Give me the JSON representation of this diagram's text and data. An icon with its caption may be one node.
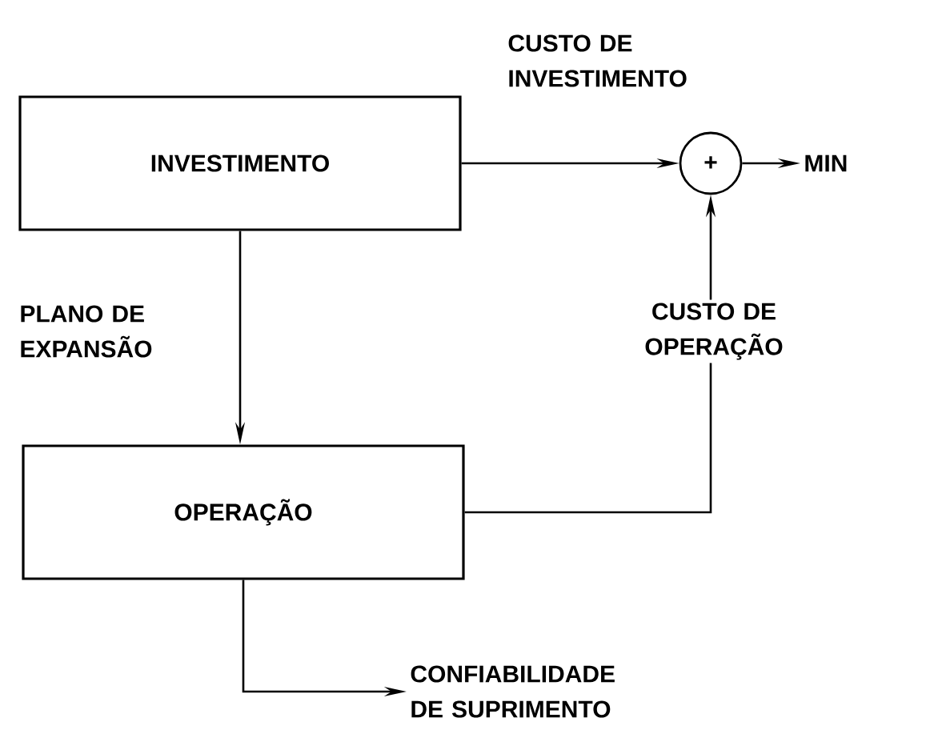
{
  "diagram": {
    "nodes": [
      {
        "text": [
          "INVESTIMENTO"
        ]
      },
      {
        "text": [
          "OPERAÇÃO"
        ]
      },
      {
        "text": [
          "+"
        ]
      },
      {
        "text": [
          "MIN"
        ]
      },
      {
        "text": [
          "CONFIABILIDADE DE SUPRIMENTO"
        ]
      }
    ],
    "edges": [
      {
        "from": 0,
        "to": 2,
        "arrow": "to",
        "label": "CUSTO DE INVESTIMENTO"
      },
      {
        "from": 2,
        "to": 3,
        "arrow": "to"
      },
      {
        "from": 0,
        "to": 1,
        "arrow": "to",
        "label": "PLANO DE EXPANSÃO"
      },
      {
        "from": 1,
        "to": 2,
        "arrow": "to",
        "label": "CUSTO DE OPERAÇÃO"
      },
      {
        "from": 1,
        "to": 4,
        "arrow": "to"
      }
    ]
  }
}
